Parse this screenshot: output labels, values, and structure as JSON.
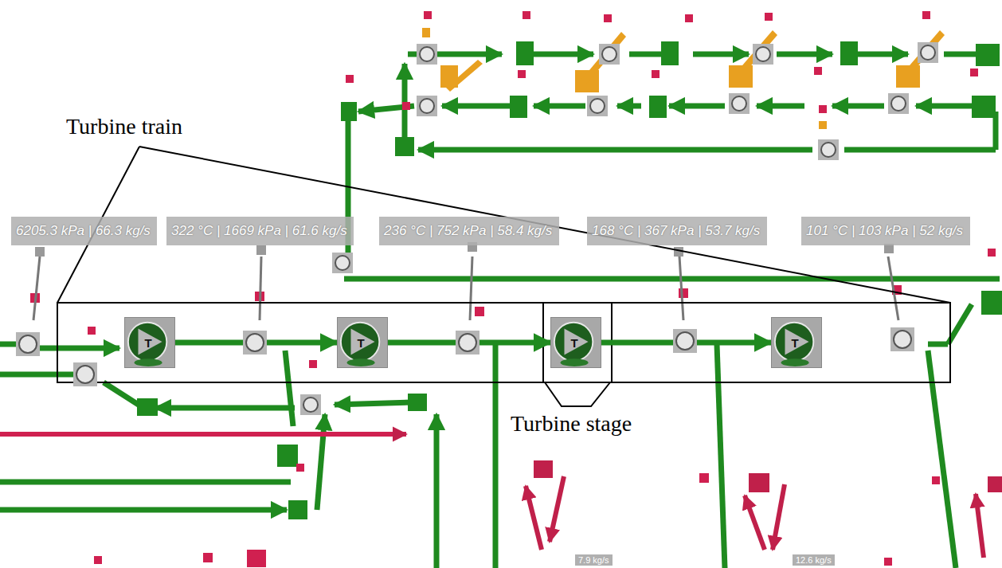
{
  "diagram": {
    "nodes": [
      {
        "text": [
          "6205.3 kPa | 66.3 kg/s"
        ]
      },
      {
        "text": [
          "322 °C | 1669 kPa | 61.6 kg/s"
        ]
      },
      {
        "text": [
          "236 °C | 752 kPa | 58.4 kg/s"
        ]
      },
      {
        "text": [
          "168 °C | 367 kPa | 53.7 kg/s"
        ]
      },
      {
        "text": [
          "101 °C | 103 kPa | 52 kg/s"
        ]
      },
      {
        "text": [
          "T"
        ]
      },
      {
        "text": [
          "T"
        ]
      },
      {
        "text": [
          "T"
        ]
      },
      {
        "text": [
          "T"
        ]
      }
    ],
    "edges": [
      {
        "from": 5,
        "to": 6,
        "arrow": "to"
      },
      {
        "from": 6,
        "to": 7,
        "arrow": "to"
      },
      {
        "from": 7,
        "to": 8,
        "arrow": "to"
      }
    ],
    "labels": [
      "Turbine train",
      "Turbine stage",
      "7.9 kg/s",
      "12.6 kg/s"
    ]
  }
}
